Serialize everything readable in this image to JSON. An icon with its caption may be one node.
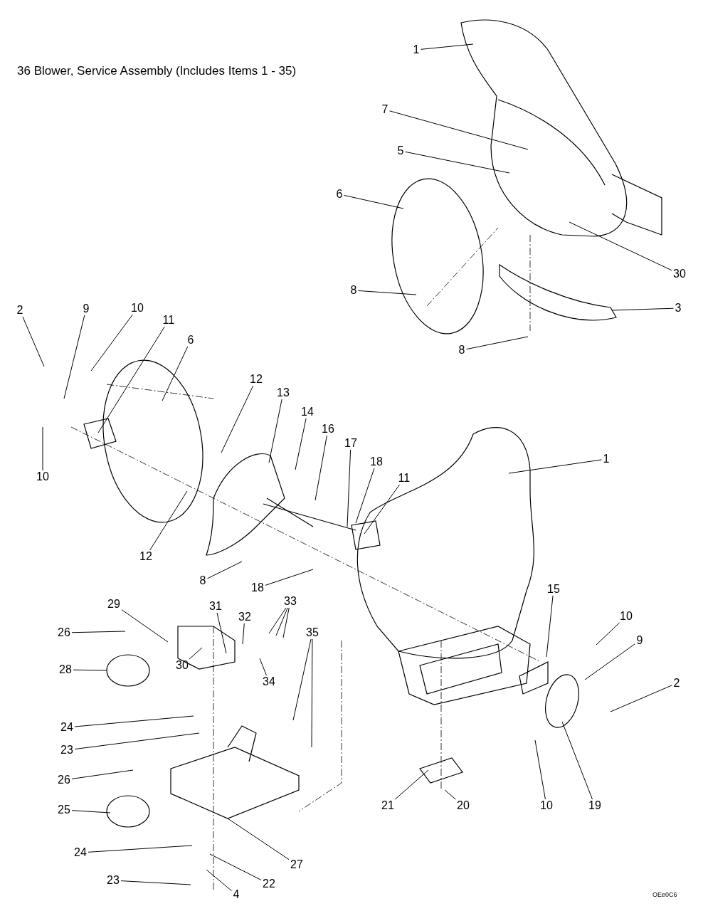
{
  "diagram": {
    "title": "36 Blower, Service Assembly (Includes Items 1 - 35)",
    "nodes": [
      {
        "text": [
          "1"
        ]
      },
      {
        "text": [
          "7"
        ]
      },
      {
        "text": [
          "5"
        ]
      },
      {
        "text": [
          "6"
        ]
      },
      {
        "text": [
          "30"
        ]
      },
      {
        "text": [
          "8"
        ]
      },
      {
        "text": [
          "3"
        ]
      },
      {
        "text": [
          "8"
        ]
      },
      {
        "text": [
          "2"
        ]
      },
      {
        "text": [
          "9"
        ]
      },
      {
        "text": [
          "10"
        ]
      },
      {
        "text": [
          "11"
        ]
      },
      {
        "text": [
          "6"
        ]
      },
      {
        "text": [
          "12"
        ]
      },
      {
        "text": [
          "13"
        ]
      },
      {
        "text": [
          "14"
        ]
      },
      {
        "text": [
          "16"
        ]
      },
      {
        "text": [
          "17"
        ]
      },
      {
        "text": [
          "18"
        ]
      },
      {
        "text": [
          "11"
        ]
      },
      {
        "text": [
          "1"
        ]
      },
      {
        "text": [
          "10"
        ]
      },
      {
        "text": [
          "12"
        ]
      },
      {
        "text": [
          "8"
        ]
      },
      {
        "text": [
          "18"
        ]
      },
      {
        "text": [
          "15"
        ]
      },
      {
        "text": [
          "29"
        ]
      },
      {
        "text": [
          "31"
        ]
      },
      {
        "text": [
          "32"
        ]
      },
      {
        "text": [
          "33"
        ]
      },
      {
        "text": [
          "26"
        ]
      },
      {
        "text": [
          "30"
        ]
      },
      {
        "text": [
          "34"
        ]
      },
      {
        "text": [
          "35"
        ]
      },
      {
        "text": [
          "10"
        ]
      },
      {
        "text": [
          "9"
        ]
      },
      {
        "text": [
          "2"
        ]
      },
      {
        "text": [
          "28"
        ]
      },
      {
        "text": [
          "24"
        ]
      },
      {
        "text": [
          "23"
        ]
      },
      {
        "text": [
          "26"
        ]
      },
      {
        "text": [
          "25"
        ]
      },
      {
        "text": [
          "21"
        ]
      },
      {
        "text": [
          "20"
        ]
      },
      {
        "text": [
          "10"
        ]
      },
      {
        "text": [
          "19"
        ]
      },
      {
        "text": [
          "27"
        ]
      },
      {
        "text": [
          "24"
        ]
      },
      {
        "text": [
          "22"
        ]
      },
      {
        "text": [
          "23"
        ]
      },
      {
        "text": [
          "4"
        ]
      }
    ],
    "edges": [
      {
        "from": 0,
        "to": null,
        "arrow": "none"
      },
      {
        "from": 1,
        "to": null,
        "arrow": "none"
      },
      {
        "from": 2,
        "to": null,
        "arrow": "none"
      },
      {
        "from": 3,
        "to": null,
        "arrow": "none"
      },
      {
        "from": 4,
        "to": null,
        "arrow": "none"
      },
      {
        "from": 5,
        "to": null,
        "arrow": "none"
      },
      {
        "from": 6,
        "to": null,
        "arrow": "none"
      },
      {
        "from": 7,
        "to": null,
        "arrow": "none"
      },
      {
        "from": 8,
        "to": null,
        "arrow": "none"
      },
      {
        "from": 9,
        "to": null,
        "arrow": "none"
      },
      {
        "from": 10,
        "to": null,
        "arrow": "none"
      },
      {
        "from": 11,
        "to": null,
        "arrow": "none"
      },
      {
        "from": 12,
        "to": null,
        "arrow": "none"
      },
      {
        "from": 13,
        "to": null,
        "arrow": "none"
      },
      {
        "from": 14,
        "to": null,
        "arrow": "none"
      },
      {
        "from": 15,
        "to": null,
        "arrow": "none"
      },
      {
        "from": 16,
        "to": null,
        "arrow": "none"
      },
      {
        "from": 17,
        "to": null,
        "arrow": "none"
      },
      {
        "from": 18,
        "to": null,
        "arrow": "none"
      },
      {
        "from": 19,
        "to": null,
        "arrow": "none"
      },
      {
        "from": 20,
        "to": null,
        "arrow": "none"
      },
      {
        "from": 21,
        "to": null,
        "arrow": "none"
      },
      {
        "from": 22,
        "to": null,
        "arrow": "none"
      },
      {
        "from": 23,
        "to": null,
        "arrow": "none"
      },
      {
        "from": 24,
        "to": null,
        "arrow": "none"
      },
      {
        "from": 25,
        "to": null,
        "arrow": "none"
      },
      {
        "from": 26,
        "to": null,
        "arrow": "none"
      },
      {
        "from": 27,
        "to": null,
        "arrow": "none"
      },
      {
        "from": 28,
        "to": null,
        "arrow": "none"
      },
      {
        "from": 29,
        "to": null,
        "arrow": "none"
      },
      {
        "from": 29,
        "to": null,
        "arrow": "none"
      },
      {
        "from": 29,
        "to": null,
        "arrow": "none"
      },
      {
        "from": 30,
        "to": null,
        "arrow": "none"
      },
      {
        "from": 31,
        "to": null,
        "arrow": "none"
      },
      {
        "from": 32,
        "to": null,
        "arrow": "none"
      },
      {
        "from": 33,
        "to": null,
        "arrow": "none"
      },
      {
        "from": 33,
        "to": null,
        "arrow": "none"
      },
      {
        "from": 34,
        "to": null,
        "arrow": "none"
      },
      {
        "from": 35,
        "to": null,
        "arrow": "none"
      },
      {
        "from": 36,
        "to": null,
        "arrow": "none"
      },
      {
        "from": 37,
        "to": null,
        "arrow": "none"
      },
      {
        "from": 38,
        "to": null,
        "arrow": "none"
      },
      {
        "from": 39,
        "to": null,
        "arrow": "none"
      },
      {
        "from": 40,
        "to": null,
        "arrow": "none"
      },
      {
        "from": 41,
        "to": null,
        "arrow": "none"
      },
      {
        "from": 42,
        "to": null,
        "arrow": "none"
      },
      {
        "from": 43,
        "to": null,
        "arrow": "none"
      },
      {
        "from": 44,
        "to": null,
        "arrow": "none"
      },
      {
        "from": 45,
        "to": null,
        "arrow": "none"
      },
      {
        "from": 46,
        "to": null,
        "arrow": "none"
      },
      {
        "from": 47,
        "to": null,
        "arrow": "none"
      },
      {
        "from": 48,
        "to": null,
        "arrow": "none"
      },
      {
        "from": 49,
        "to": null,
        "arrow": "none"
      },
      {
        "from": 50,
        "to": null,
        "arrow": "none"
      }
    ],
    "labels": [
      "OEe0C6"
    ]
  }
}
